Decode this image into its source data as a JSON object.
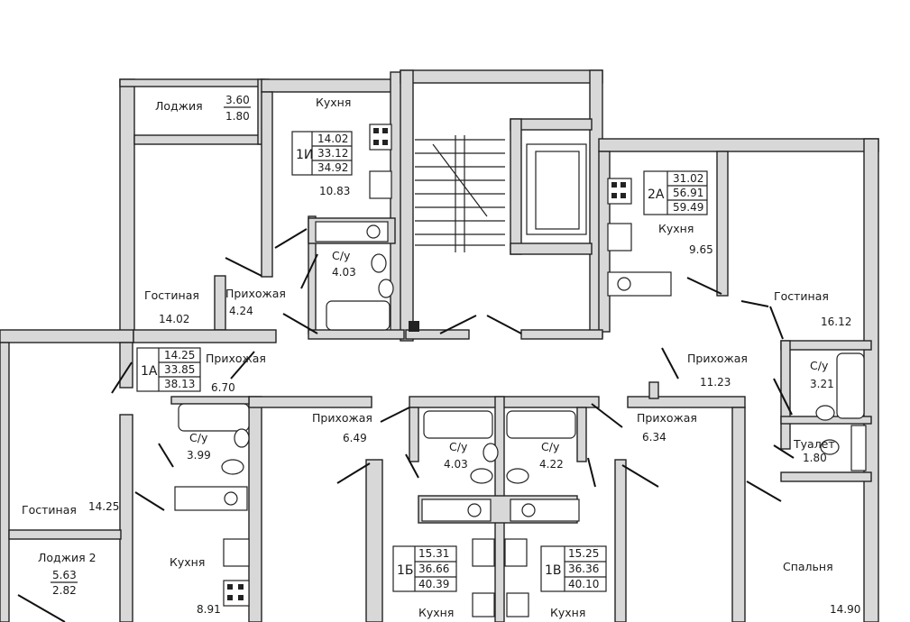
{
  "rooms": {
    "loggia_top": {
      "label": "Лоджия",
      "area_a": "3.60",
      "area_b": "1.80"
    },
    "kitchen_1i": {
      "label": "Кухня",
      "area": "10.83"
    },
    "bath_1i": {
      "label": "С/у",
      "area": "4.03"
    },
    "hall_1i": {
      "label": "Прихожая",
      "area": "4.24"
    },
    "living_1i": {
      "label": "Гостиная",
      "area": "14.02"
    },
    "kitchen_2a": {
      "label": "Кухня",
      "area": "9.65"
    },
    "living_2a": {
      "label": "Гостиная",
      "area": "16.12"
    },
    "hall_2a": {
      "label": "Прихожая",
      "area": "11.23"
    },
    "bath_2a": {
      "label": "С/у",
      "area": "3.21"
    },
    "wc_2a": {
      "label": "Туалет",
      "area": "1.80"
    },
    "bedroom_2a": {
      "label": "Спальня",
      "area": "14.90"
    },
    "hall_1a": {
      "label": "Прихожая",
      "area": "6.70"
    },
    "bath_1a": {
      "label": "С/у",
      "area": "3.99"
    },
    "kitchen_1a": {
      "label": "Кухня",
      "area": "8.91"
    },
    "living_1a": {
      "label": "Гостиная",
      "area": "14.25"
    },
    "loggia2": {
      "label": "Лоджия 2",
      "area_a": "5.63",
      "area_b": "2.82"
    },
    "hall_1b": {
      "label": "Прихожая",
      "area": "6.49"
    },
    "bath_1b": {
      "label": "С/у",
      "area": "4.03"
    },
    "kitchen_1b": {
      "label": "Кухня"
    },
    "hall_1v": {
      "label": "Прихожая",
      "area": "6.34"
    },
    "bath_1v": {
      "label": "С/у",
      "area": "4.22"
    },
    "kitchen_1v": {
      "label": "Кухня"
    }
  },
  "apartments": {
    "a1i": {
      "code": "1И",
      "living": "14.02",
      "total": "33.12",
      "gross": "34.92"
    },
    "a2a": {
      "code": "2А",
      "living": "31.02",
      "total": "56.91",
      "gross": "59.49"
    },
    "a1a": {
      "code": "1А",
      "living": "14.25",
      "total": "33.85",
      "gross": "38.13"
    },
    "a1b": {
      "code": "1Б",
      "living": "15.31",
      "total": "36.66",
      "gross": "40.39"
    },
    "a1v": {
      "code": "1В",
      "living": "15.25",
      "total": "36.36",
      "gross": "40.10"
    }
  }
}
